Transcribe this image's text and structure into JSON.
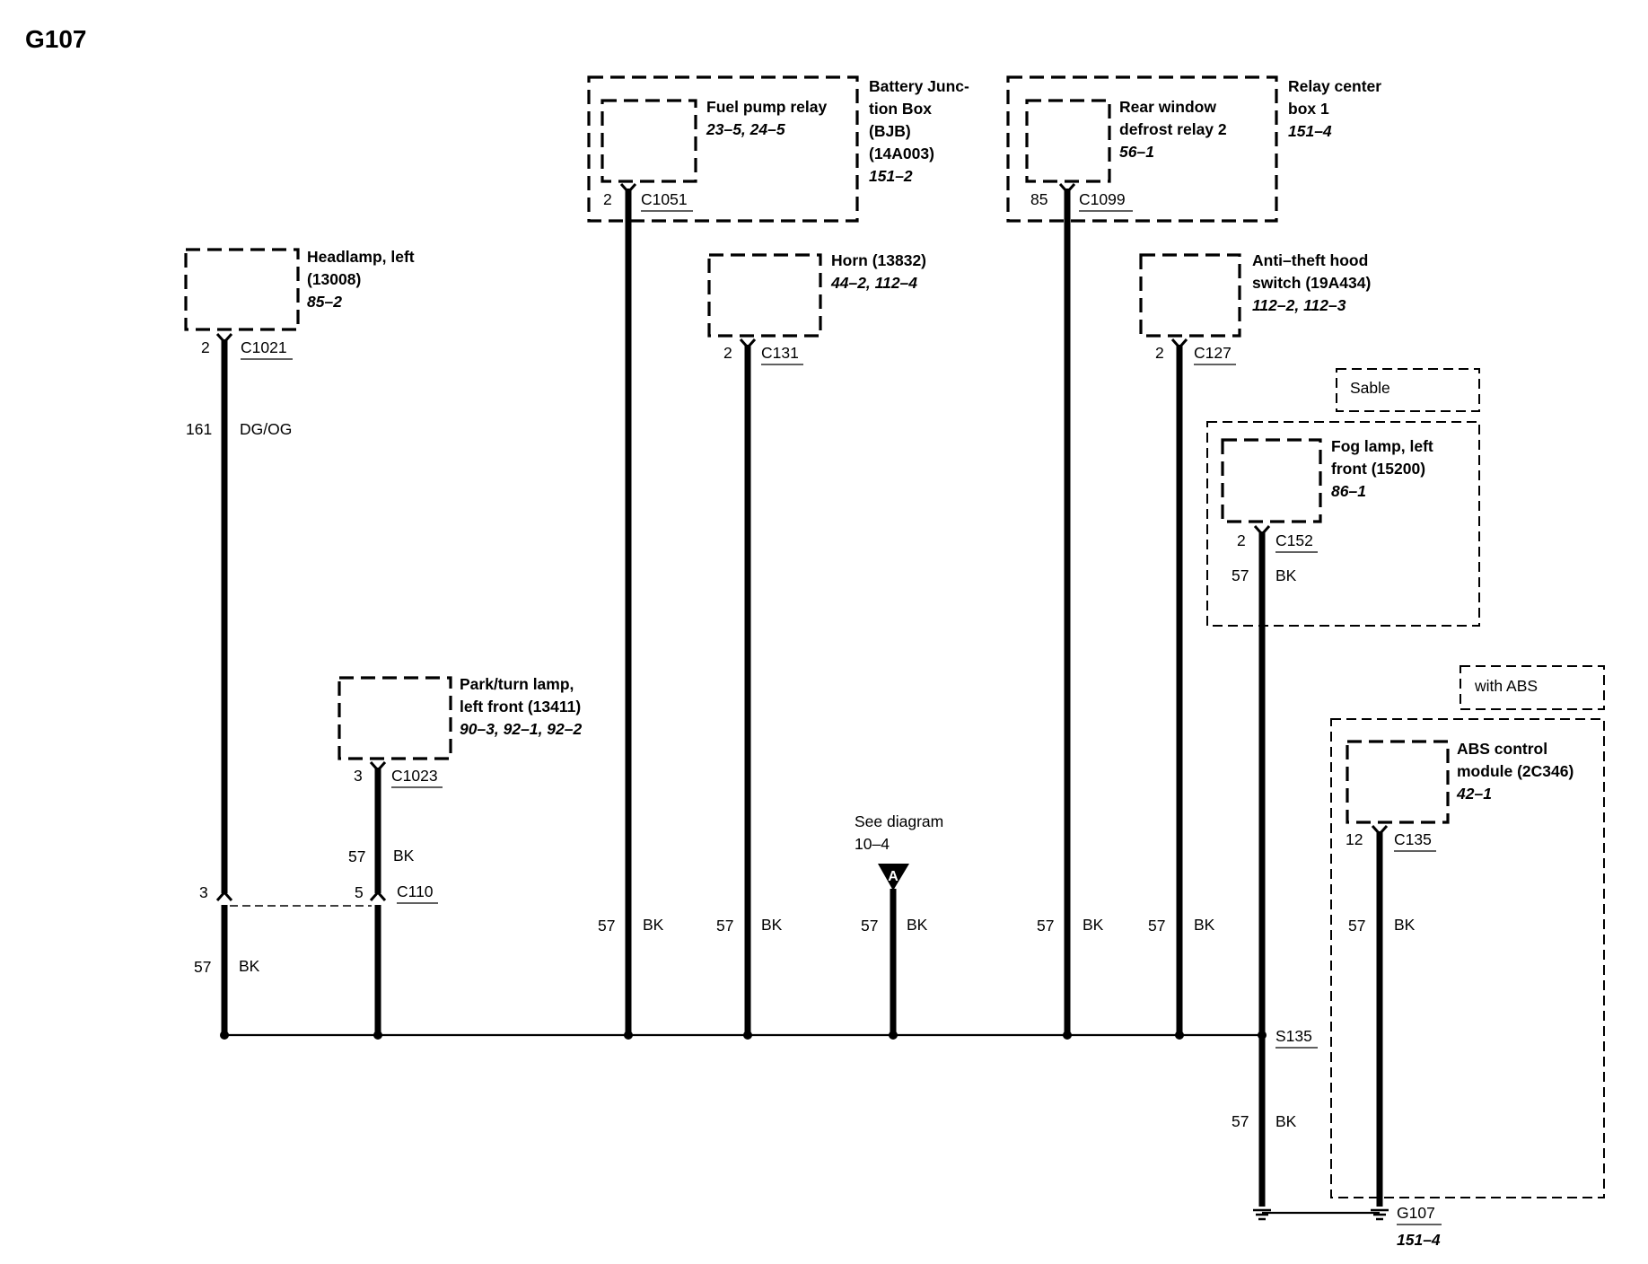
{
  "title": "G107",
  "components": {
    "bjb": {
      "name_lines": [
        "Battery Junc-",
        "tion Box",
        "(BJB)",
        "(14A003)"
      ],
      "ref": "151–2"
    },
    "fuel_pump_relay": {
      "name_lines": [
        "Fuel pump relay"
      ],
      "ref": "23–5, 24–5",
      "pin": "2",
      "connector": "C1051"
    },
    "relay_center": {
      "name_lines": [
        "Relay center",
        "box 1"
      ],
      "ref": "151–4"
    },
    "rear_defrost_relay": {
      "name_lines": [
        "Rear window",
        "defrost relay 2"
      ],
      "ref": "56–1",
      "pin": "85",
      "connector": "C1099"
    },
    "headlamp_left": {
      "name_lines": [
        "Headlamp, left",
        "(13008)"
      ],
      "ref": "85–2",
      "pin": "2",
      "connector": "C1021"
    },
    "horn": {
      "name_lines": [
        "Horn (13832)"
      ],
      "ref": "44–2, 112–4",
      "pin": "2",
      "connector": "C131"
    },
    "hood_switch": {
      "name_lines": [
        "Anti–theft hood",
        "switch (19A434)"
      ],
      "ref": "112–2, 112–3",
      "pin": "2",
      "connector": "C127"
    },
    "sable_label": "Sable",
    "fog_lamp": {
      "name_lines": [
        "Fog lamp, left",
        "front (15200)"
      ],
      "ref": "86–1",
      "pin": "2",
      "connector": "C152"
    },
    "park_turn_lamp": {
      "name_lines": [
        "Park/turn lamp,",
        "left front (13411)"
      ],
      "ref": "90–3, 92–1, 92–2",
      "pin": "3",
      "connector": "C1023"
    },
    "abs_label": "with ABS",
    "abs_module": {
      "name_lines": [
        "ABS control",
        "module (2C346)"
      ],
      "ref": "42–1",
      "pin": "12",
      "connector": "C135"
    }
  },
  "inline_connector": {
    "name": "C110",
    "pin_left": "3",
    "pin_right": "5"
  },
  "see_diagram": {
    "lines": [
      "See diagram",
      "10–4"
    ],
    "symbol": "A"
  },
  "wires": {
    "headlamp_upper": {
      "circuit": "161",
      "color": "DG/OG"
    },
    "headlamp_lower": {
      "circuit": "57",
      "color": "BK"
    },
    "park_turn": {
      "circuit": "57",
      "color": "BK"
    },
    "fuel_pump": {
      "circuit": "57",
      "color": "BK"
    },
    "horn": {
      "circuit": "57",
      "color": "BK"
    },
    "see_diagram": {
      "circuit": "57",
      "color": "BK"
    },
    "defrost": {
      "circuit": "57",
      "color": "BK"
    },
    "hood": {
      "circuit": "57",
      "color": "BK"
    },
    "fog": {
      "circuit": "57",
      "color": "BK"
    },
    "s135_to_ground": {
      "circuit": "57",
      "color": "BK"
    },
    "abs": {
      "circuit": "57",
      "color": "BK"
    }
  },
  "splice": {
    "name": "S135"
  },
  "ground": {
    "name": "G107",
    "ref": "151–4"
  }
}
